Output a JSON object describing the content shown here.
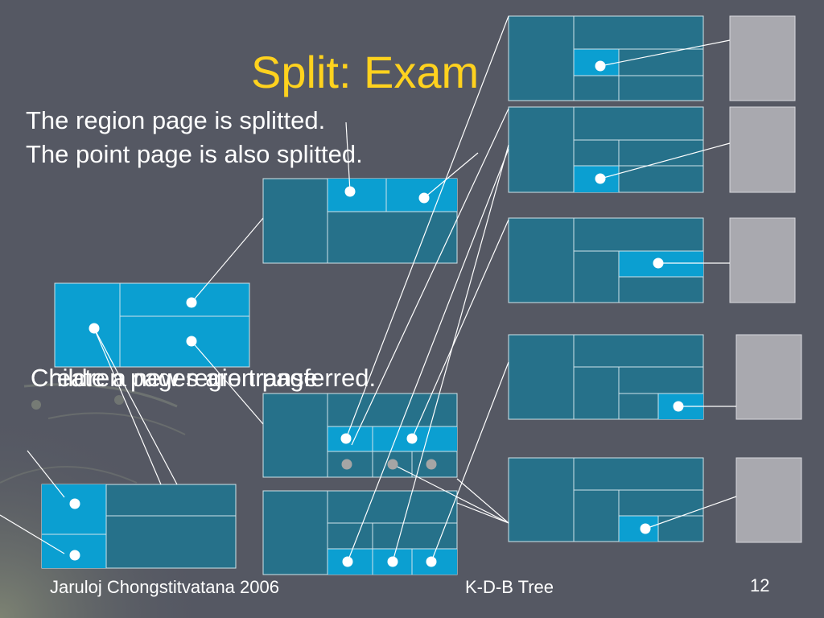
{
  "slide": {
    "title": "Split: Exam",
    "lines": [
      "The region page is splitted.",
      "The point page is also splitted."
    ],
    "overlapping_text": [
      "Children pages are transferred.",
      "Create a new region page"
    ],
    "footer": {
      "author": "Jaruloj Chongstitvatana  2006",
      "topic": "K-D-B Tree",
      "page_number": "12"
    }
  },
  "colors": {
    "background": "#555863",
    "title": "#FFD21E",
    "text": "#FFFFFF",
    "region_page": "#26718A",
    "highlight_region": "#0B9FD1",
    "point_page": "#A9A9AF",
    "point": "#FFFFFF",
    "moved_point": "#A5A5A5"
  }
}
